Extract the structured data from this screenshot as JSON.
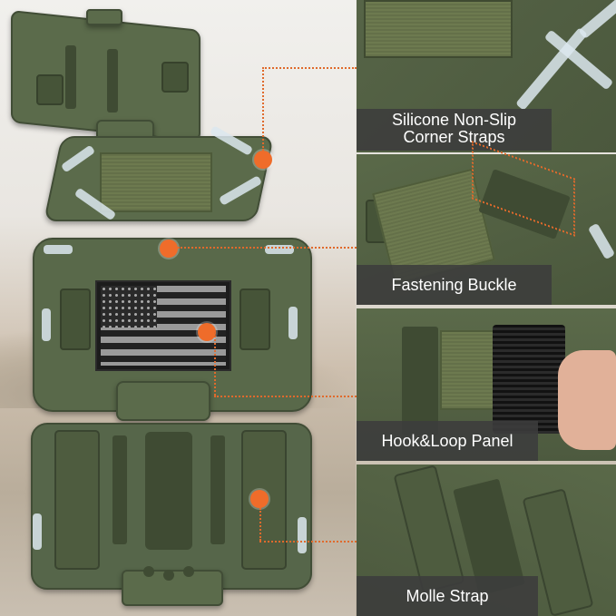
{
  "labels": {
    "corner_straps": [
      "Silicone Non-Slip",
      "Corner Straps"
    ],
    "buckle": "Fastening Buckle",
    "hook_loop": "Hook&Loop Panel",
    "molle": "Molle Strap"
  },
  "colors": {
    "accent_dot": "#ef6c2a",
    "olive": "#5b6b4b",
    "label_bg": "#3c3c3c"
  },
  "icons": [
    "flag-patch"
  ]
}
